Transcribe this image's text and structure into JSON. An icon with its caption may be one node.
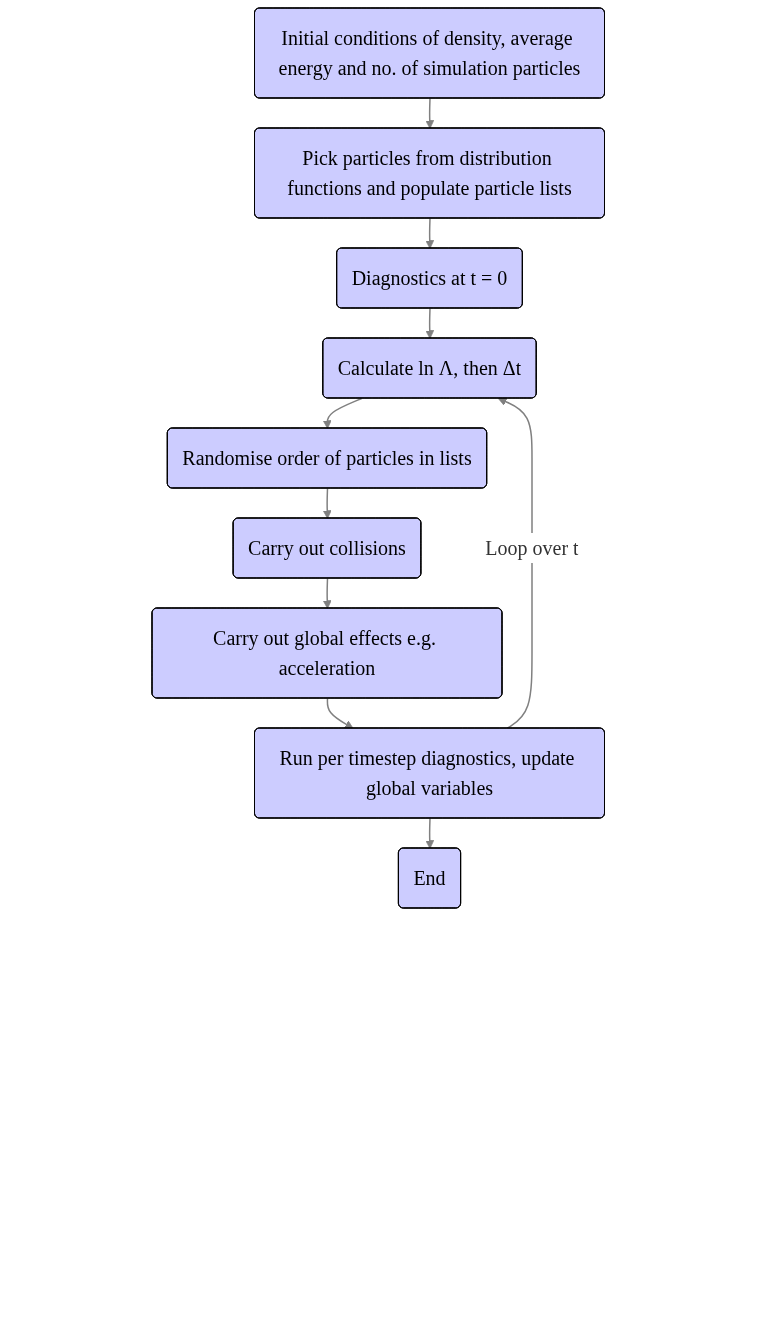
{
  "diagram": {
    "nodes": [
      {
        "text": [
          "Initial conditions of density, average energy and no. of simulation particles"
        ]
      },
      {
        "text": [
          "Pick particles from distribution functions and populate particle lists"
        ]
      },
      {
        "text": [
          "Diagnostics at t = 0"
        ]
      },
      {
        "text": [
          "Calculate ln Λ, then Δt"
        ]
      },
      {
        "text": [
          "Randomise order of particles in lists"
        ]
      },
      {
        "text": [
          "Carry out collisions"
        ]
      },
      {
        "text": [
          "Carry out global effects e.g. acceleration"
        ]
      },
      {
        "text": [
          "Run per timestep diagnostics, update global variables"
        ]
      },
      {
        "text": [
          "End"
        ]
      }
    ],
    "edges": [
      {
        "from": 0,
        "to": 1,
        "arrow": "to"
      },
      {
        "from": 1,
        "to": 2,
        "arrow": "to"
      },
      {
        "from": 2,
        "to": 3,
        "arrow": "to"
      },
      {
        "from": 3,
        "to": 4,
        "arrow": "to"
      },
      {
        "from": 4,
        "to": 5,
        "arrow": "to"
      },
      {
        "from": 5,
        "to": 6,
        "arrow": "to"
      },
      {
        "from": 6,
        "to": 7,
        "arrow": "to"
      },
      {
        "from": 7,
        "to": 8,
        "arrow": "to"
      },
      {
        "from": 7,
        "to": 3,
        "arrow": "to",
        "label": "Loop over t"
      }
    ]
  }
}
